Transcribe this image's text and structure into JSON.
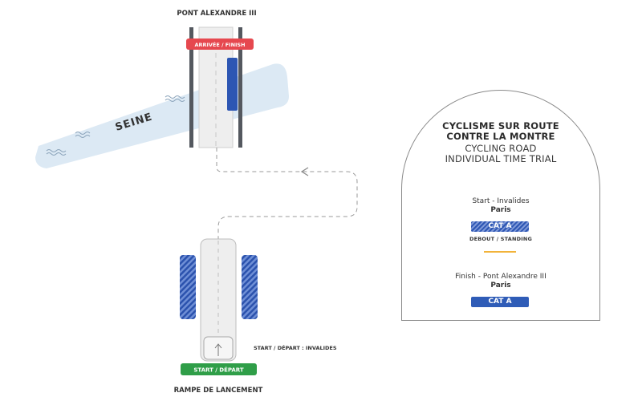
{
  "map": {
    "top_label": "PONT ALEXANDRE III",
    "finish_banner": "ARRIVÉE / FINISH",
    "river_label": "SEINE",
    "start_note": "START / DÉPART : INVALIDES",
    "start_banner": "START / DÉPART",
    "bottom_label": "RAMPE DE LANCEMENT",
    "icons": {
      "wave": "wave-icon",
      "arrow": "direction-arrow-icon",
      "start_ramp_arrow": "arrow-up-icon"
    },
    "colors": {
      "river": "#dce9f4",
      "finish": "#e6484f",
      "start": "#2f9e48",
      "stand": "#2d56b3",
      "road": "#eeeeee"
    }
  },
  "panel": {
    "title_fr_line1": "CYCLISME SUR ROUTE",
    "title_fr_line2": "CONTRE LA MONTRE",
    "title_en_line1": "CYCLING ROAD",
    "title_en_line2": "INDIVIDUAL TIME TRIAL",
    "start": {
      "location": "Start - Invalides",
      "city": "Paris",
      "category": "CAT A",
      "seating": "DEBOUT / STANDING"
    },
    "finish": {
      "location": "Finish - Pont Alexandre III",
      "city": "Paris",
      "category": "CAT A"
    },
    "colors": {
      "separator": "#f2b33a",
      "badge": "#2f5cb7"
    }
  }
}
